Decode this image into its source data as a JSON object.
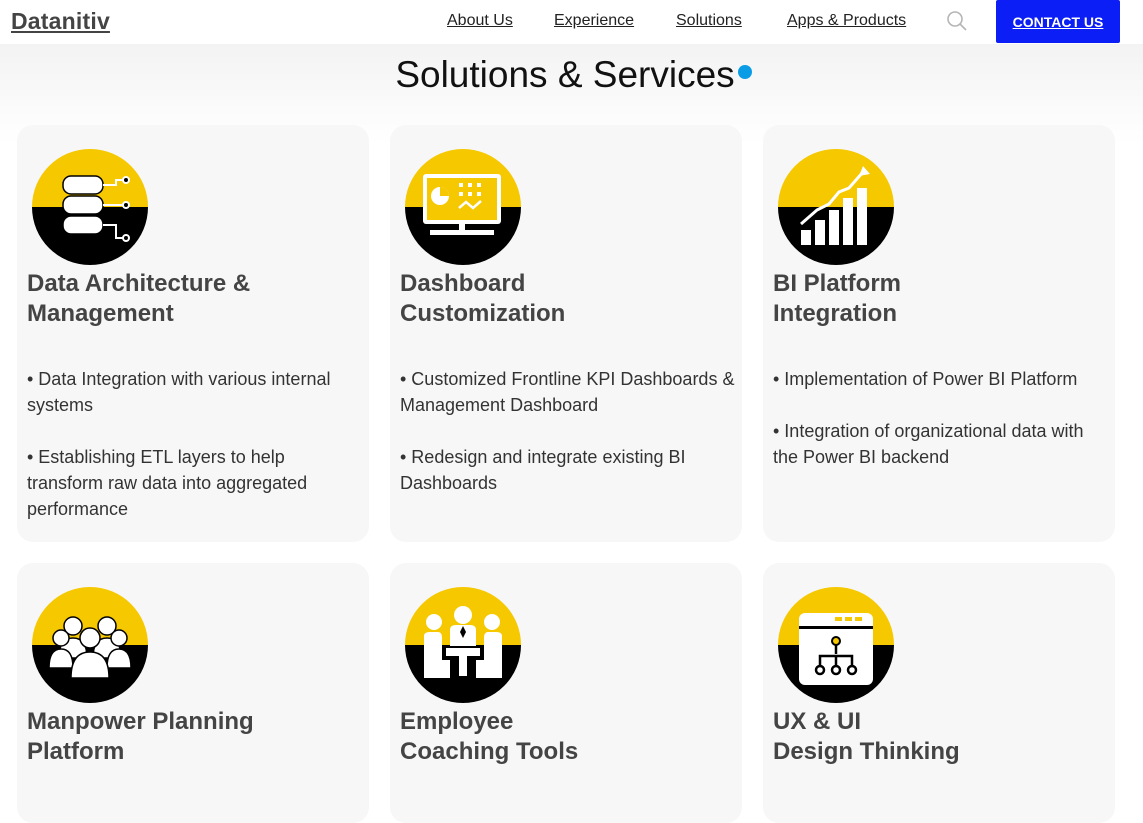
{
  "header": {
    "logo": "Datanitiv",
    "nav": [
      {
        "label": "About Us"
      },
      {
        "label": "Experience"
      },
      {
        "label": "Solutions"
      },
      {
        "label": "Apps & Products"
      }
    ],
    "contact_label": "CONTACT US",
    "search_icon": "search-icon"
  },
  "section": {
    "title": "Solutions & Services",
    "accent_color": "#0b9ce6"
  },
  "colors": {
    "icon_yellow": "#f5c800",
    "contact_blue": "#0a1ef5",
    "card_bg": "#f7f7f7"
  },
  "cards": [
    {
      "icon": "database-icon",
      "title": "Data Architecture &\nManagement",
      "bullets": [
        "• Data Integration with various internal systems",
        "• Establishing ETL layers to help transform raw data into aggregated performance"
      ]
    },
    {
      "icon": "dashboard-icon",
      "title": "Dashboard\nCustomization",
      "bullets": [
        "• Customized Frontline KPI Dashboards & Management Dashboard",
        "• Redesign and integrate existing BI Dashboards"
      ]
    },
    {
      "icon": "bar-chart-icon",
      "title": "BI Platform\nIntegration",
      "bullets": [
        "• Implementation of Power BI Platform",
        "• Integration of organizational data with the Power BI backend"
      ]
    },
    {
      "icon": "people-group-icon",
      "title": "Manpower Planning\nPlatform",
      "bullets": []
    },
    {
      "icon": "coaching-icon",
      "title": "Employee\nCoaching Tools",
      "bullets": []
    },
    {
      "icon": "ux-design-icon",
      "title": "UX & UI\nDesign Thinking",
      "bullets": []
    }
  ]
}
